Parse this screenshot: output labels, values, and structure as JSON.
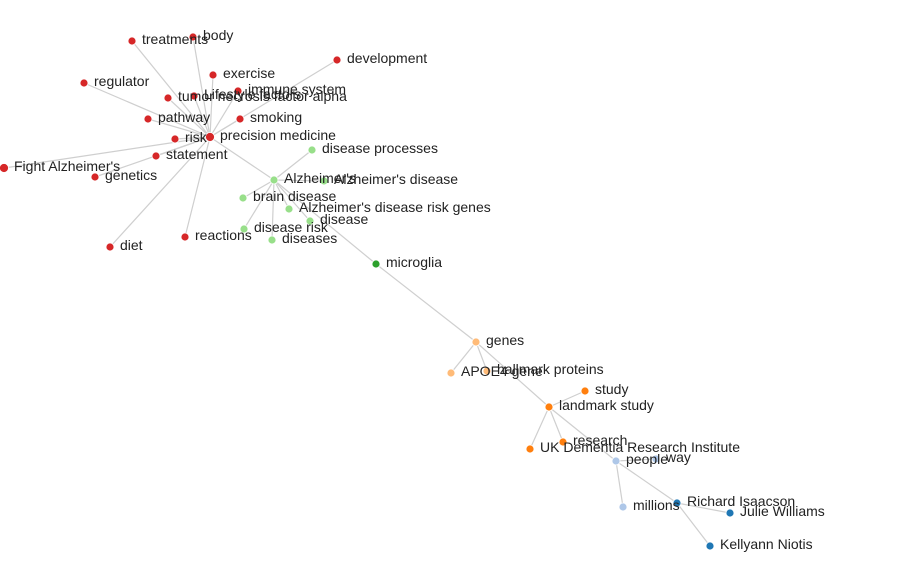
{
  "graph": {
    "colors": {
      "red": "#d62728",
      "light_green": "#98df8a",
      "dark_green": "#2ca02c",
      "light_orange": "#ffbb78",
      "orange": "#ff7f0e",
      "light_blue": "#aec7e8",
      "blue": "#1f77b4",
      "edge": "#cfcfcf"
    },
    "nodes": [
      {
        "id": "hub",
        "label": "precision medicine",
        "group": "red"
      },
      {
        "id": "treatments",
        "label": "treatments",
        "group": "red"
      },
      {
        "id": "body",
        "label": "body",
        "group": "red"
      },
      {
        "id": "development",
        "label": "development",
        "group": "red"
      },
      {
        "id": "exercise",
        "label": "exercise",
        "group": "red"
      },
      {
        "id": "regulator",
        "label": "regulator",
        "group": "red"
      },
      {
        "id": "lifestyle",
        "label": "Lifestyle factors",
        "group": "red"
      },
      {
        "id": "immune",
        "label": "immune system",
        "group": "red"
      },
      {
        "id": "tnf",
        "label": "tumor necrosis factor alpha",
        "group": "red"
      },
      {
        "id": "pathway",
        "label": "pathway",
        "group": "red"
      },
      {
        "id": "smoking",
        "label": "smoking",
        "group": "red"
      },
      {
        "id": "risk",
        "label": "risk",
        "group": "red"
      },
      {
        "id": "statement",
        "label": "statement",
        "group": "red"
      },
      {
        "id": "fight",
        "label": "Fight Alzheimer's",
        "group": "red"
      },
      {
        "id": "genetics",
        "label": "genetics",
        "group": "red"
      },
      {
        "id": "diet",
        "label": "diet",
        "group": "red"
      },
      {
        "id": "reactions",
        "label": "reactions",
        "group": "red"
      },
      {
        "id": "alz",
        "label": "Alzheimer's",
        "group": "light_green"
      },
      {
        "id": "disease_processes",
        "label": "disease processes",
        "group": "light_green"
      },
      {
        "id": "alz_disease",
        "label": "Alzheimer's disease",
        "group": "light_green"
      },
      {
        "id": "brain_disease",
        "label": "brain disease",
        "group": "light_green"
      },
      {
        "id": "risk_genes",
        "label": "Alzheimer's disease risk genes",
        "group": "light_green"
      },
      {
        "id": "disease",
        "label": "disease",
        "group": "light_green"
      },
      {
        "id": "disease_risk",
        "label": "disease risk",
        "group": "light_green"
      },
      {
        "id": "diseases",
        "label": "diseases",
        "group": "light_green"
      },
      {
        "id": "microglia",
        "label": "microglia",
        "group": "dark_green"
      },
      {
        "id": "genes",
        "label": "genes",
        "group": "light_orange"
      },
      {
        "id": "apoe",
        "label": "APOE4 gene",
        "group": "light_orange"
      },
      {
        "id": "hallmark",
        "label": "hallmark proteins",
        "group": "light_orange"
      },
      {
        "id": "study",
        "label": "study",
        "group": "orange"
      },
      {
        "id": "landmark",
        "label": "landmark study",
        "group": "orange"
      },
      {
        "id": "research",
        "label": "research",
        "group": "orange"
      },
      {
        "id": "ukdri",
        "label": "UK Dementia Research Institute",
        "group": "orange"
      },
      {
        "id": "people",
        "label": "people",
        "group": "light_blue"
      },
      {
        "id": "way",
        "label": "way",
        "group": "light_blue"
      },
      {
        "id": "millions",
        "label": "millions",
        "group": "light_blue"
      },
      {
        "id": "isaacson",
        "label": "Richard Isaacson",
        "group": "blue"
      },
      {
        "id": "williams",
        "label": "Julie Williams",
        "group": "blue"
      },
      {
        "id": "niotis",
        "label": "Kellyann Niotis",
        "group": "blue"
      }
    ],
    "links": [
      [
        "hub",
        "treatments"
      ],
      [
        "hub",
        "body"
      ],
      [
        "hub",
        "development"
      ],
      [
        "hub",
        "exercise"
      ],
      [
        "hub",
        "regulator"
      ],
      [
        "hub",
        "lifestyle"
      ],
      [
        "hub",
        "immune"
      ],
      [
        "hub",
        "tnf"
      ],
      [
        "hub",
        "pathway"
      ],
      [
        "hub",
        "smoking"
      ],
      [
        "hub",
        "risk"
      ],
      [
        "hub",
        "statement"
      ],
      [
        "hub",
        "fight"
      ],
      [
        "hub",
        "genetics"
      ],
      [
        "hub",
        "diet"
      ],
      [
        "hub",
        "reactions"
      ],
      [
        "hub",
        "alz"
      ],
      [
        "alz",
        "disease_processes"
      ],
      [
        "alz",
        "alz_disease"
      ],
      [
        "alz",
        "brain_disease"
      ],
      [
        "alz",
        "risk_genes"
      ],
      [
        "alz",
        "disease"
      ],
      [
        "alz",
        "disease_risk"
      ],
      [
        "alz",
        "diseases"
      ],
      [
        "alz",
        "microglia"
      ],
      [
        "microglia",
        "genes"
      ],
      [
        "genes",
        "apoe"
      ],
      [
        "genes",
        "hallmark"
      ],
      [
        "genes",
        "landmark"
      ],
      [
        "landmark",
        "study"
      ],
      [
        "landmark",
        "research"
      ],
      [
        "landmark",
        "ukdri"
      ],
      [
        "landmark",
        "people"
      ],
      [
        "people",
        "way"
      ],
      [
        "people",
        "millions"
      ],
      [
        "people",
        "isaacson"
      ],
      [
        "isaacson",
        "williams"
      ],
      [
        "isaacson",
        "niotis"
      ]
    ]
  }
}
